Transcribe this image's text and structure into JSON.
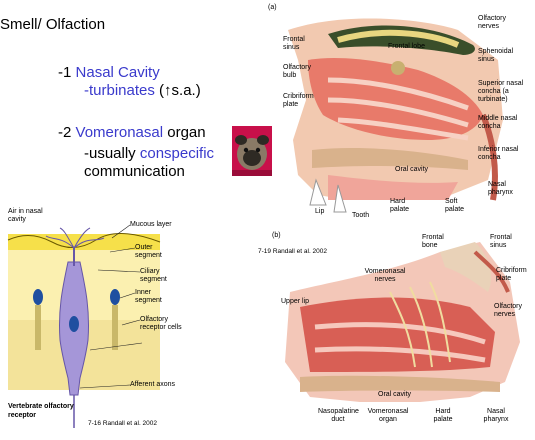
{
  "slide": {
    "title": "Smell/ Olfaction",
    "item1_prefix": "-1 ",
    "item1_link": "Nasal Cavity",
    "item1_sub_link": "-turbinates",
    "item1_sub_rest": " (↑s.a.)",
    "item2_prefix": "-2 ",
    "item2_link": "Vomeronasal",
    "item2_rest": " organ",
    "item2_sub_a": "-usually ",
    "item2_sub_link": "conspecific",
    "item2_sub_b": "communication"
  },
  "colors": {
    "accent": "#3a3acc"
  },
  "fig_receptor": {
    "labels": [
      "Air in nasal cavity",
      "Mucous layer",
      "Outer segment",
      "Ciliary segment",
      "Inner segment",
      "Olfactory receptor cells",
      "Afferent axons"
    ],
    "caption_bold": "Vertebrate olfactory receptor",
    "caption": "7-16 Randall et al. 2002"
  },
  "fig_a": {
    "panel": "(a)",
    "labels": [
      "Frontal sinus",
      "Olfactory bulb",
      "Cribriform plate",
      "Frontal lobe",
      "Olfactory nerves",
      "Sphenoidal sinus",
      "Superior nasal concha (a turbinate)",
      "Middle nasal concha",
      "Inferior nasal concha",
      "Nasal pharynx",
      "Oral cavity",
      "Lip",
      "Tooth",
      "Hard palate",
      "Soft palate"
    ],
    "caption": "7-19 Randall et al. 2002"
  },
  "fig_b": {
    "panel": "(b)",
    "labels": [
      "Frontal bone",
      "Frontal sinus",
      "Cribriform plate",
      "Vomeronasal nerves",
      "Olfactory nerves",
      "Upper lip",
      "Oral cavity",
      "Nasopalatine duct",
      "Vomeronasal organ",
      "Hard palate",
      "Nasal pharynx"
    ]
  },
  "dog_photo": {
    "icon": "pug-dog-photo"
  }
}
